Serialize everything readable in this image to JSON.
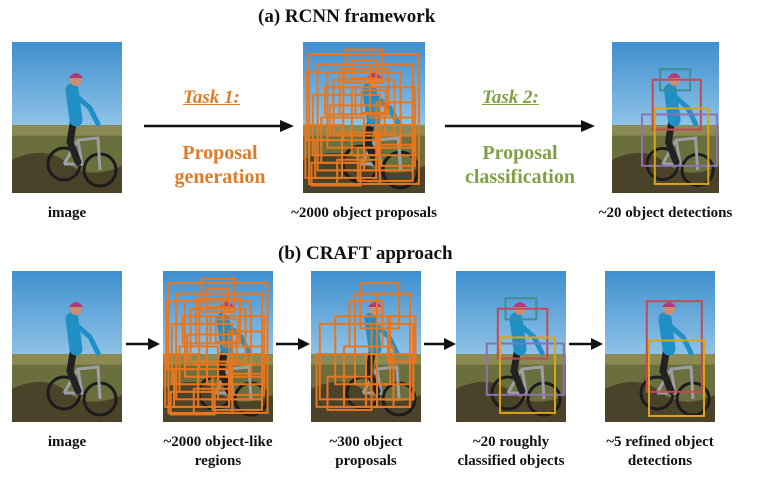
{
  "section_a": {
    "title": "(a) RCNN framework",
    "captions": [
      "image",
      "~2000 object proposals",
      "~20 object detections"
    ],
    "task1": {
      "label": "Task 1:",
      "line1": "Proposal",
      "line2": "generation",
      "color": "#e07b27"
    },
    "task2": {
      "label": "Task 2:",
      "line1": "Proposal",
      "line2": "classification",
      "color": "#7fa043"
    }
  },
  "section_b": {
    "title": "(b) CRAFT approach",
    "captions": [
      {
        "line1": "image",
        "line2": ""
      },
      {
        "line1": "~2000 object-like",
        "line2": "regions"
      },
      {
        "line1": "~300 object",
        "line2": "proposals"
      },
      {
        "line1": "~20 roughly",
        "line2": "classified objects"
      },
      {
        "line1": "~5 refined object",
        "line2": "detections"
      }
    ]
  },
  "colors": {
    "proposal_box": "#e8761f",
    "detection_red": "#c24a54",
    "detection_yellow": "#d9a514",
    "detection_purple": "#9170b0",
    "detection_teal": "#3c8f95",
    "sky": "#5a9ed3",
    "ground": "#6b6e3d"
  }
}
